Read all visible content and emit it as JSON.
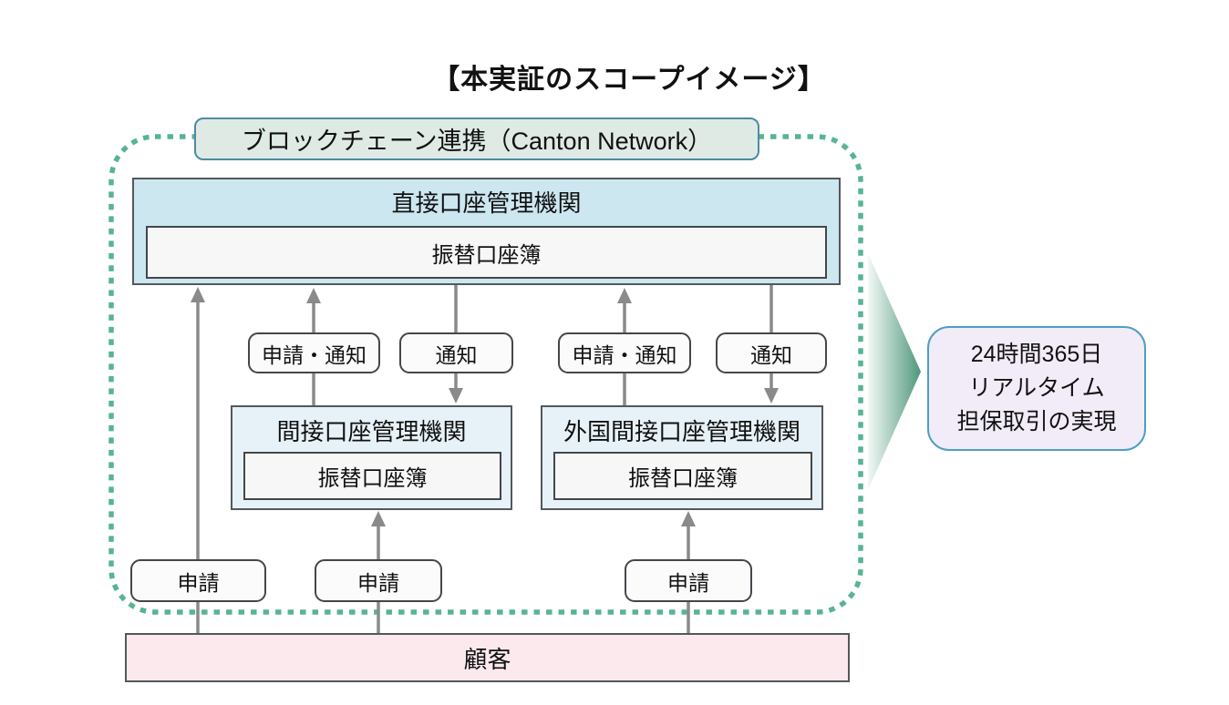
{
  "title": "【本実証のスコープイメージ】",
  "scope": {
    "blockchain_label": "ブロックチェーン連携（Canton Network）",
    "direct_institution": {
      "name": "直接口座管理機関",
      "ledger": "振替口座簿"
    },
    "indirect_institution": {
      "name": "間接口座管理機関",
      "ledger": "振替口座簿"
    },
    "foreign_institution": {
      "name": "外国間接口座管理機関",
      "ledger": "振替口座簿"
    },
    "flow_labels": {
      "app_notice_left": "申請・通知",
      "notice_left": "通知",
      "app_notice_right": "申請・通知",
      "notice_right": "通知",
      "application_left": "申請",
      "application_middle": "申請",
      "application_right": "申請"
    },
    "customer": "顧客"
  },
  "outcome": {
    "line1": "24時間365日",
    "line2": "リアルタイム",
    "line3": "担保取引の実現"
  },
  "colors": {
    "dashed_border": "#57b494",
    "header_bg": "#dfeae5",
    "header_border": "#4d8ba3",
    "direct_bg": "#cde7f1",
    "indirect_bg": "#e7f2f8",
    "ledger_bg": "#f7f7f7",
    "customer_bg": "#fbe9ee",
    "outcome_bg": "#f2ecf9",
    "outcome_border": "#4e9ec4",
    "arrow_gray": "#8a8a8a",
    "box_border": "#53585c"
  }
}
